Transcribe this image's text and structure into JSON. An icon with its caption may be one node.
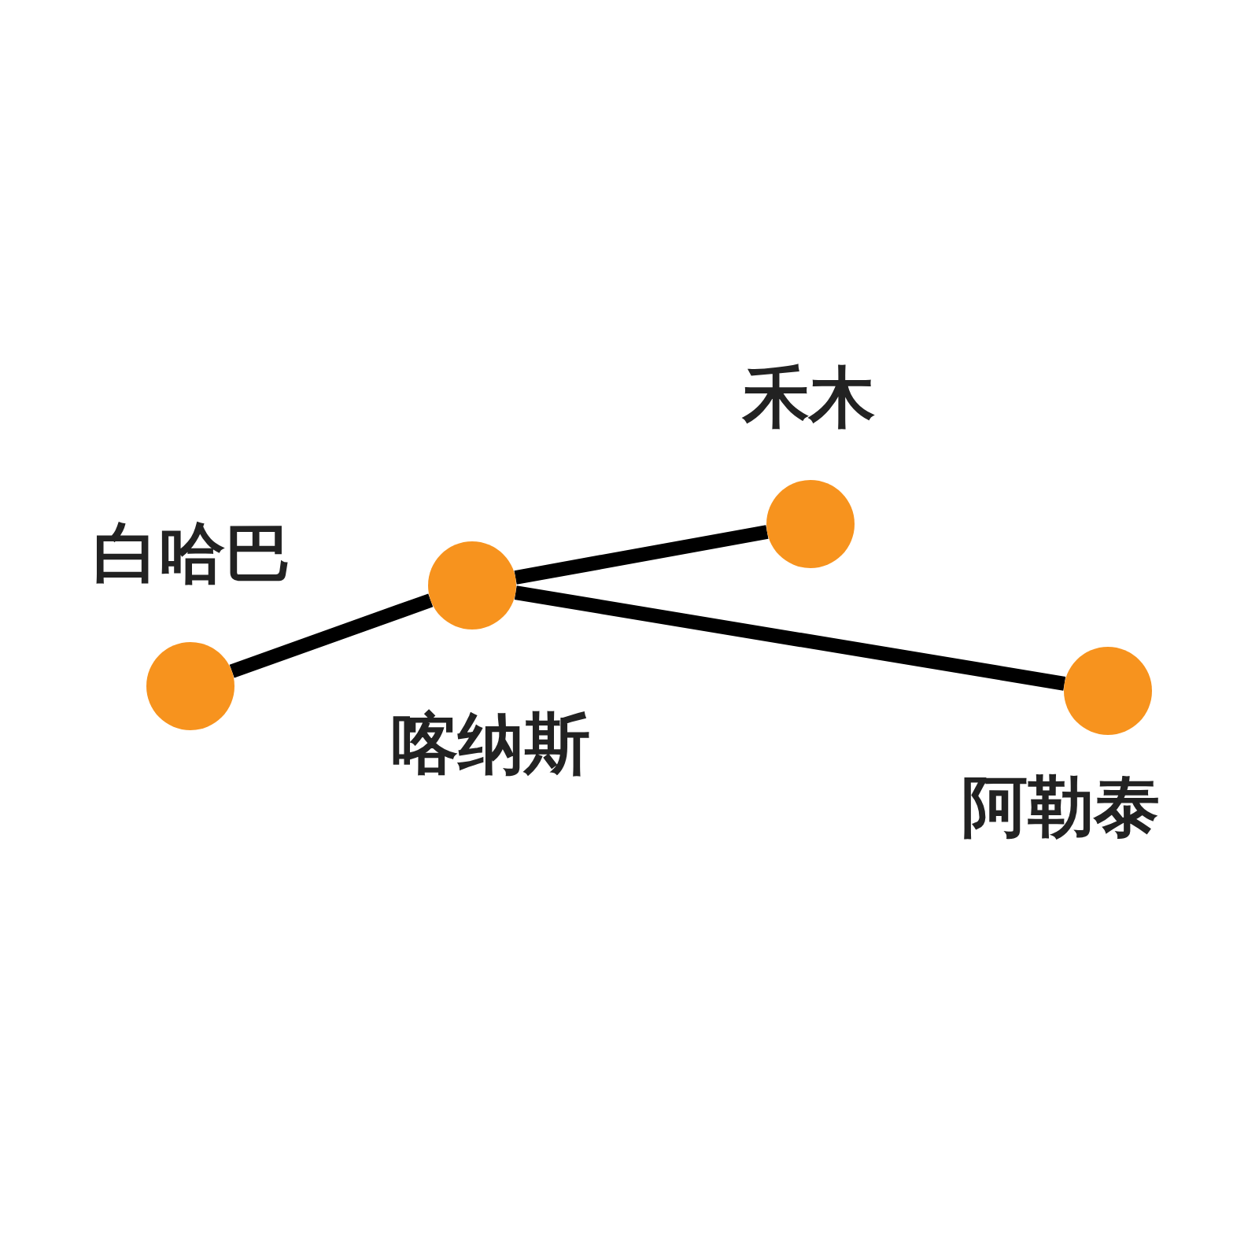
{
  "diagram": {
    "nodes": [
      {
        "text": [],
        "shape": "circle",
        "beside": [
          "白哈巴"
        ]
      },
      {
        "text": [],
        "shape": "circle",
        "beside": [
          "喀纳斯"
        ]
      },
      {
        "text": [],
        "shape": "circle",
        "beside": [
          "禾木"
        ]
      },
      {
        "text": [],
        "shape": "circle",
        "beside": [
          "阿勒泰"
        ]
      }
    ],
    "edges": [
      {
        "from": 0,
        "to": 1,
        "arrow": "none"
      },
      {
        "from": 1,
        "to": 2,
        "arrow": "none"
      },
      {
        "from": 1,
        "to": 3,
        "arrow": "none"
      }
    ]
  }
}
